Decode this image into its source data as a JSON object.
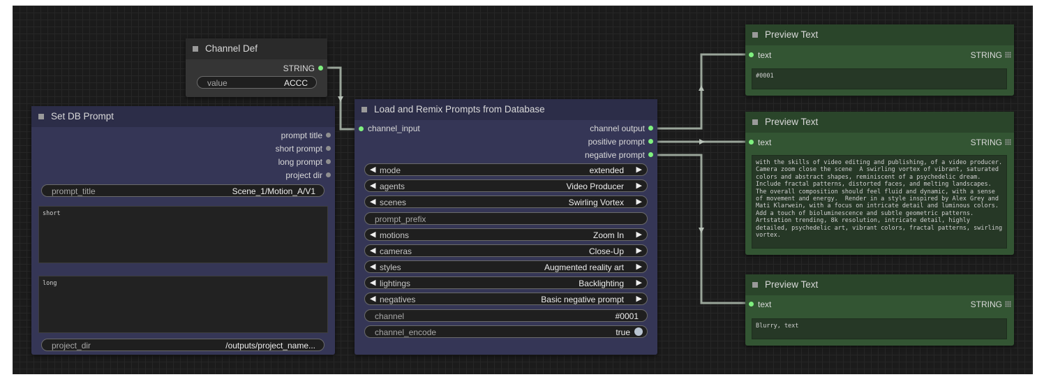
{
  "nodes": {
    "channel_def": {
      "title": "Channel Def",
      "output": "STRING",
      "widget_label": "value",
      "widget_value": "ACCC"
    },
    "set_db_prompt": {
      "title": "Set DB Prompt",
      "outputs": [
        "prompt title",
        "short prompt",
        "long prompt",
        "project dir"
      ],
      "prompt_title_label": "prompt_title",
      "prompt_title_value": "Scene_1/Motion_A/V1",
      "short_text": "short",
      "long_text": "long",
      "project_dir_label": "project_dir",
      "project_dir_value": "/outputs/project_name..."
    },
    "load_remix": {
      "title": "Load and Remix Prompts from Database",
      "input": "channel_input",
      "outputs": [
        "channel output",
        "positive prompt",
        "negative prompt"
      ],
      "widgets": [
        {
          "label": "mode",
          "value": "extended",
          "combo": true
        },
        {
          "label": "agents",
          "value": "Video Producer",
          "combo": true
        },
        {
          "label": "scenes",
          "value": "Swirling Vortex",
          "combo": true
        },
        {
          "label": "prompt_prefix",
          "value": "",
          "combo": false
        },
        {
          "label": "motions",
          "value": "Zoom In",
          "combo": true
        },
        {
          "label": "cameras",
          "value": "Close-Up",
          "combo": true
        },
        {
          "label": "styles",
          "value": "Augmented reality art",
          "combo": true
        },
        {
          "label": "lightings",
          "value": "Backlighting",
          "combo": true
        },
        {
          "label": "negatives",
          "value": "Basic negative prompt",
          "combo": true
        },
        {
          "label": "channel",
          "value": "#0001",
          "combo": false
        },
        {
          "label": "channel_encode",
          "value": "true",
          "combo": false
        }
      ]
    },
    "preview1": {
      "title": "Preview Text",
      "input": "text",
      "type": "STRING",
      "text": "#0001"
    },
    "preview2": {
      "title": "Preview Text",
      "input": "text",
      "type": "STRING",
      "text": "with the skills of video editing and publishing, of a video producer. Camera zoom close the scene  A swirling vortex of vibrant, saturated colors and abstract shapes, reminiscent of a psychedelic dream.  Include fractal patterns, distorted faces, and melting landscapes.  The overall composition should feel fluid and dynamic, with a sense of movement and energy.  Render in a style inspired by Alex Grey and Mati Klarwein, with a focus on intricate detail and luminous colors.  Add a touch of bioluminescence and subtle geometric patterns.  Artstation trending, 8k resolution, intricate detail, highly detailed, psychedelic art, vibrant colors, fractal patterns, swirling vortex."
    },
    "preview3": {
      "title": "Preview Text",
      "input": "text",
      "type": "STRING",
      "text": "Blurry, text"
    }
  },
  "icons": {
    "arrow_left": "◀",
    "arrow_right": "▶",
    "title_square": "node-collapse-icon",
    "grip": "grip-icon"
  },
  "colors": {
    "canvas": "#1b1b1b",
    "wire": "#9aa59a",
    "connected_dot": "#7ff07f",
    "purple_node": "#353656",
    "green_node": "#335533",
    "dark_node": "#353535"
  }
}
